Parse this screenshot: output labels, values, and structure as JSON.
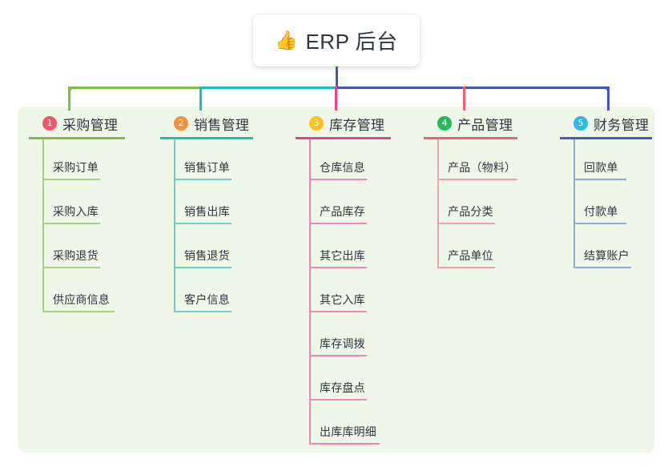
{
  "root": {
    "icon": "thumbs-up-icon",
    "icon_glyph": "👍",
    "title": "ERP 后台"
  },
  "theme": {
    "panel_bg": "#eef7e8",
    "page_bg": "#ffffff",
    "text": "#2f3640",
    "root_stem": "#4456b8",
    "bus_green": "#7ac143",
    "bus_teal": "#16c2b8",
    "bus_blue": "#4456b8"
  },
  "columns": [
    {
      "number": "1",
      "badge_color": "#f1566b",
      "line_color": "#7ac143",
      "item_line_color": "#a9d184",
      "title": "采购管理",
      "head_width": 120,
      "items": [
        {
          "label": "采购订单",
          "rule_width": 72
        },
        {
          "label": "采购入库",
          "rule_width": 72
        },
        {
          "label": "采购退货",
          "rule_width": 72
        },
        {
          "label": "供应商信息",
          "rule_width": 90
        }
      ]
    },
    {
      "number": "2",
      "badge_color": "#f5903a",
      "line_color": "#16c2b8",
      "item_line_color": "#6dcfc8",
      "title": "销售管理",
      "head_width": 116,
      "items": [
        {
          "label": "销售订单",
          "rule_width": 72
        },
        {
          "label": "销售出库",
          "rule_width": 72
        },
        {
          "label": "销售退货",
          "rule_width": 72
        },
        {
          "label": "客户信息",
          "rule_width": 72
        }
      ]
    },
    {
      "number": "3",
      "badge_color": "#fcc41f",
      "line_color": "#e8438f",
      "item_line_color": "#ef85b5",
      "title": "库存管理",
      "head_width": 119,
      "items": [
        {
          "label": "仓库信息",
          "rule_width": 72
        },
        {
          "label": "产品库存",
          "rule_width": 72
        },
        {
          "label": "其它出库",
          "rule_width": 72
        },
        {
          "label": "其它入库",
          "rule_width": 72
        },
        {
          "label": "库存调拨",
          "rule_width": 72
        },
        {
          "label": "库存盘点",
          "rule_width": 72
        },
        {
          "label": "出库库明细",
          "rule_width": 88
        }
      ]
    },
    {
      "number": "4",
      "badge_color": "#22bb55",
      "line_color": "#f4606c",
      "item_line_color": "#f4a0a4",
      "title": "产品管理",
      "head_width": 117,
      "items": [
        {
          "label": "产品（物料）",
          "rule_width": 100
        },
        {
          "label": "产品分类",
          "rule_width": 72
        },
        {
          "label": "产品单位",
          "rule_width": 72
        }
      ]
    },
    {
      "number": "5",
      "badge_color": "#2eb8e6",
      "line_color": "#3c5ec4",
      "item_line_color": "#8fa9dd",
      "title": "财务管理",
      "head_width": 115,
      "items": [
        {
          "label": "回款单",
          "rule_width": 66
        },
        {
          "label": "付款单",
          "rule_width": 66
        },
        {
          "label": "结算账户",
          "rule_width": 72
        }
      ]
    }
  ]
}
